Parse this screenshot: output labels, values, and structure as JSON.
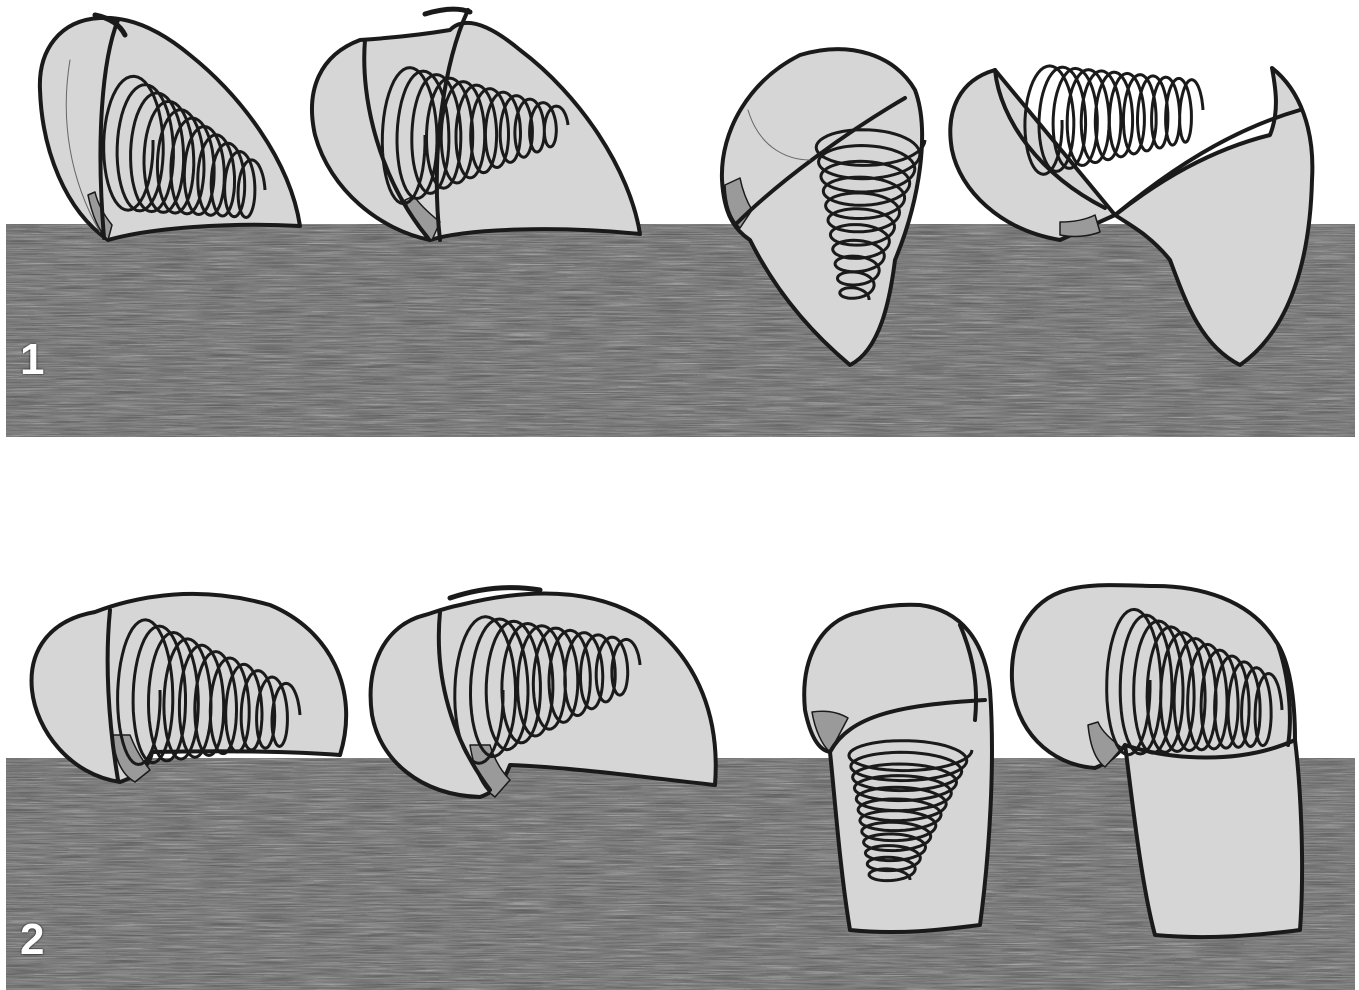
{
  "panels": [
    {
      "label": "1",
      "shells": 4
    },
    {
      "label": "2",
      "shells": 4
    }
  ],
  "colors": {
    "background": "#ffffff",
    "sediment": "#555555",
    "shell_fill": "#d6d6d6",
    "shell_shadow": "#9a9a9a",
    "outline": "#1a1a1a",
    "label": "#ffffff"
  }
}
